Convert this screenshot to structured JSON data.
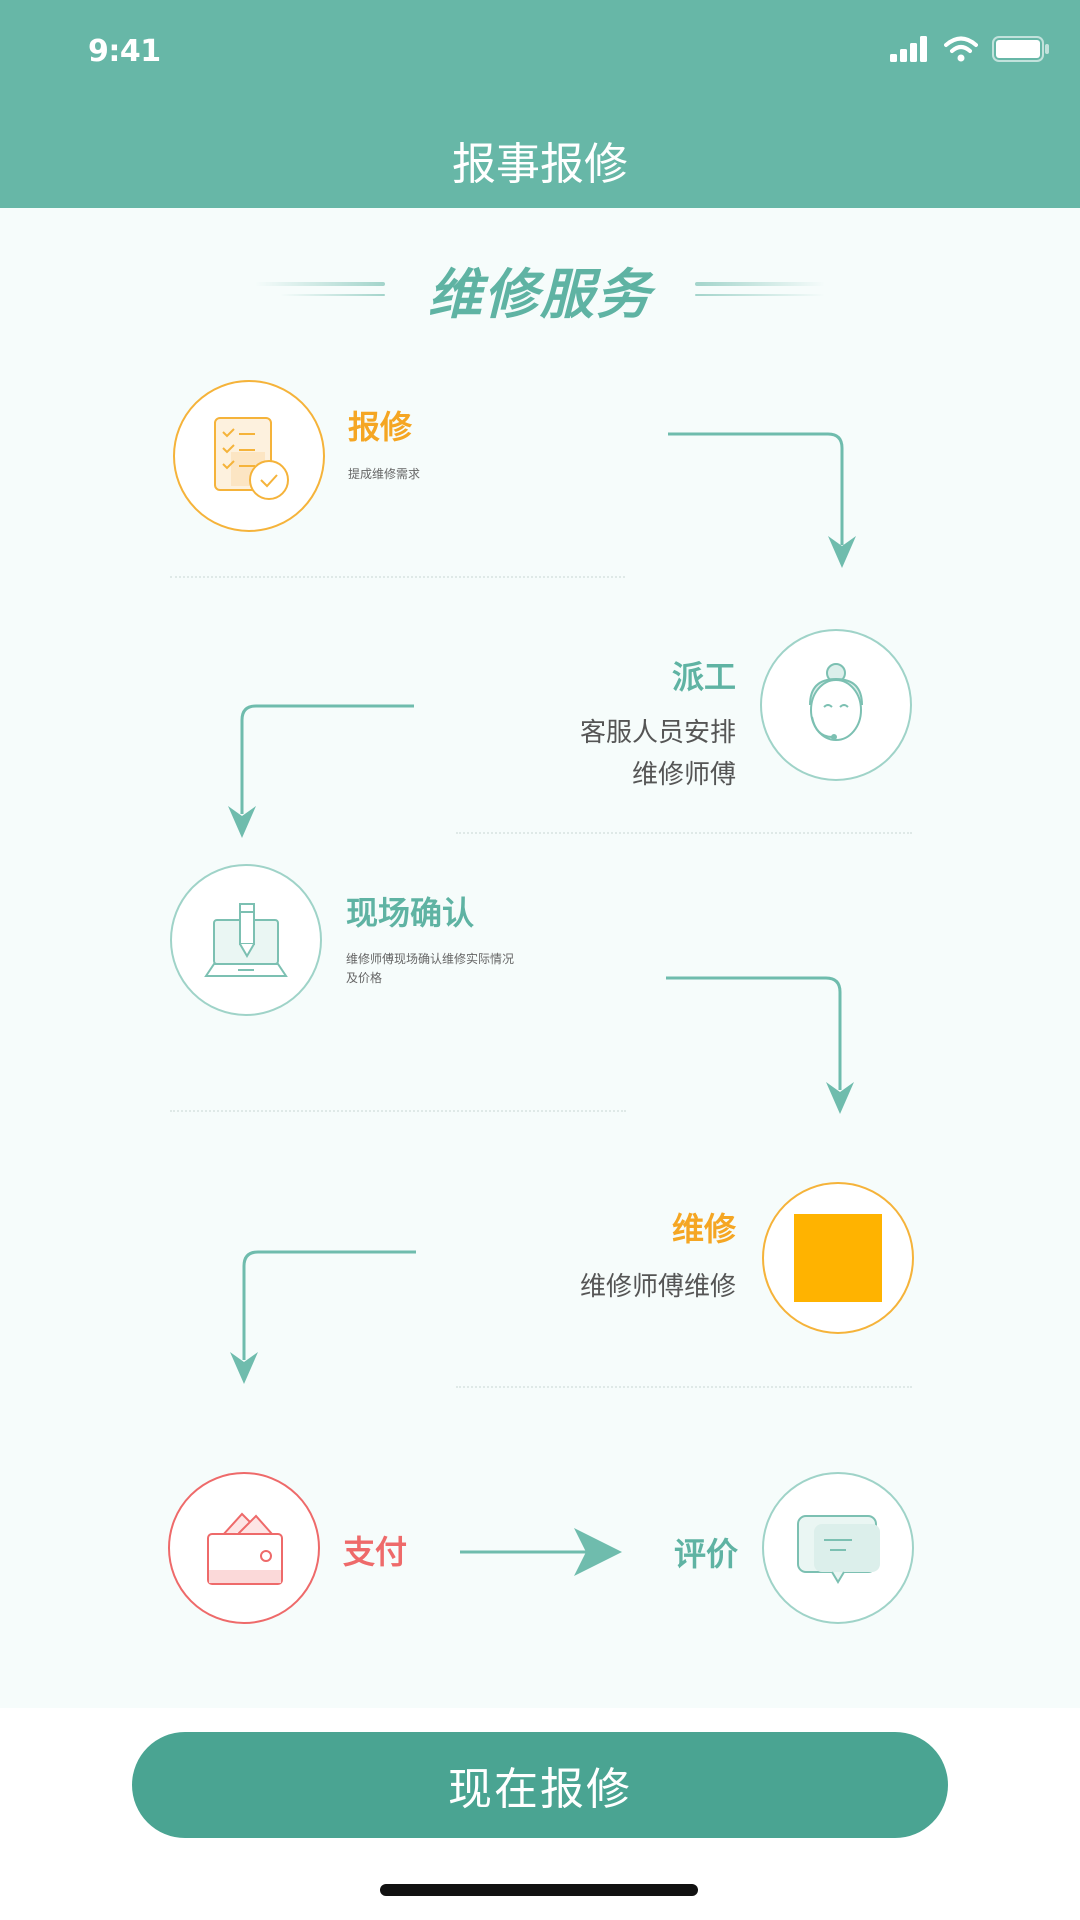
{
  "status_bar": {
    "time": "9:41"
  },
  "header": {
    "title": "报事报修"
  },
  "section": {
    "title": "维修服务"
  },
  "steps": [
    {
      "label": "报修",
      "desc": "提成维修需求"
    },
    {
      "label": "派工",
      "desc_line1": "客服人员安排",
      "desc_line2": "维修师傅"
    },
    {
      "label": "现场确认",
      "desc_line1": "维修师傅现场确认维修实际情况",
      "desc_line2": "及价格"
    },
    {
      "label": "维修",
      "desc": "维修师傅维修"
    },
    {
      "label": "支付"
    },
    {
      "label": "评价"
    }
  ],
  "button": {
    "label": "现在报修"
  },
  "colors": {
    "primary": "#67b7a7",
    "button": "#4aa492",
    "orange": "#f5a623",
    "red": "#ee6a6a"
  }
}
